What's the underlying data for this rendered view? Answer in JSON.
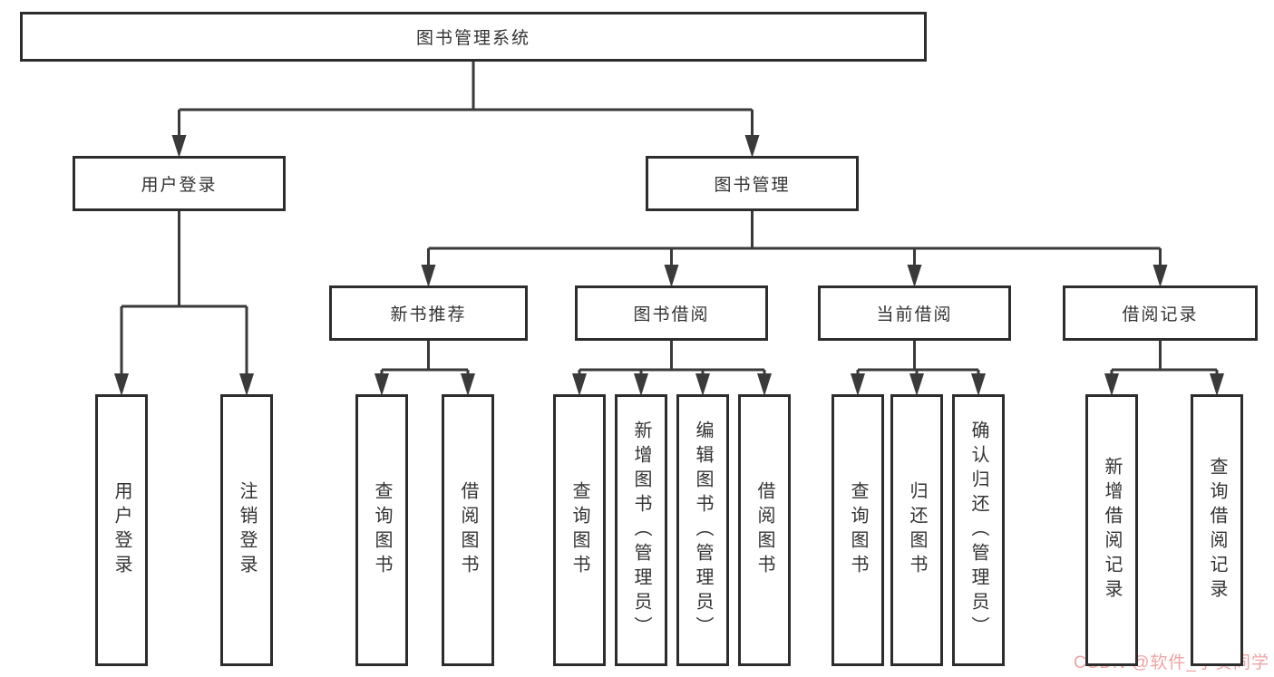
{
  "diagram": {
    "type": "hierarchy-tree",
    "title": "图书管理系统",
    "colors": {
      "background": "#ffffff",
      "line": "#3a3a3a",
      "border": "#2d2d2d",
      "text": "#333333",
      "watermark": "#eda4a4"
    },
    "watermark": {
      "text": "CSDN @软件_小贺同学"
    },
    "nodes": [
      {
        "id": "root",
        "label": "图书管理系统",
        "parent": null
      },
      {
        "id": "login",
        "label": "用户登录",
        "parent": "root"
      },
      {
        "id": "mgmt",
        "label": "图书管理",
        "parent": "root"
      },
      {
        "id": "rec",
        "label": "新书推荐",
        "parent": "mgmt"
      },
      {
        "id": "borrow",
        "label": "图书借阅",
        "parent": "mgmt"
      },
      {
        "id": "current",
        "label": "当前借阅",
        "parent": "mgmt"
      },
      {
        "id": "records",
        "label": "借阅记录",
        "parent": "mgmt"
      },
      {
        "id": "login_user",
        "label": "用户登录",
        "parent": "login"
      },
      {
        "id": "login_logout",
        "label": "注销登录",
        "parent": "login"
      },
      {
        "id": "rec_query",
        "label": "查询图书",
        "parent": "rec"
      },
      {
        "id": "rec_borrow",
        "label": "借阅图书",
        "parent": "rec"
      },
      {
        "id": "borrow_query",
        "label": "查询图书",
        "parent": "borrow"
      },
      {
        "id": "borrow_add",
        "label": "新增图书（管理员）",
        "parent": "borrow"
      },
      {
        "id": "borrow_edit",
        "label": "编辑图书（管理员）",
        "parent": "borrow"
      },
      {
        "id": "borrow_borrow",
        "label": "借阅图书",
        "parent": "borrow"
      },
      {
        "id": "current_query",
        "label": "查询图书",
        "parent": "current"
      },
      {
        "id": "current_return",
        "label": "归还图书",
        "parent": "current"
      },
      {
        "id": "current_confirm",
        "label": "确认归还（管理员）",
        "parent": "current"
      },
      {
        "id": "records_add",
        "label": "新增借阅记录",
        "parent": "records"
      },
      {
        "id": "records_query",
        "label": "查询借阅记录",
        "parent": "records"
      }
    ]
  }
}
